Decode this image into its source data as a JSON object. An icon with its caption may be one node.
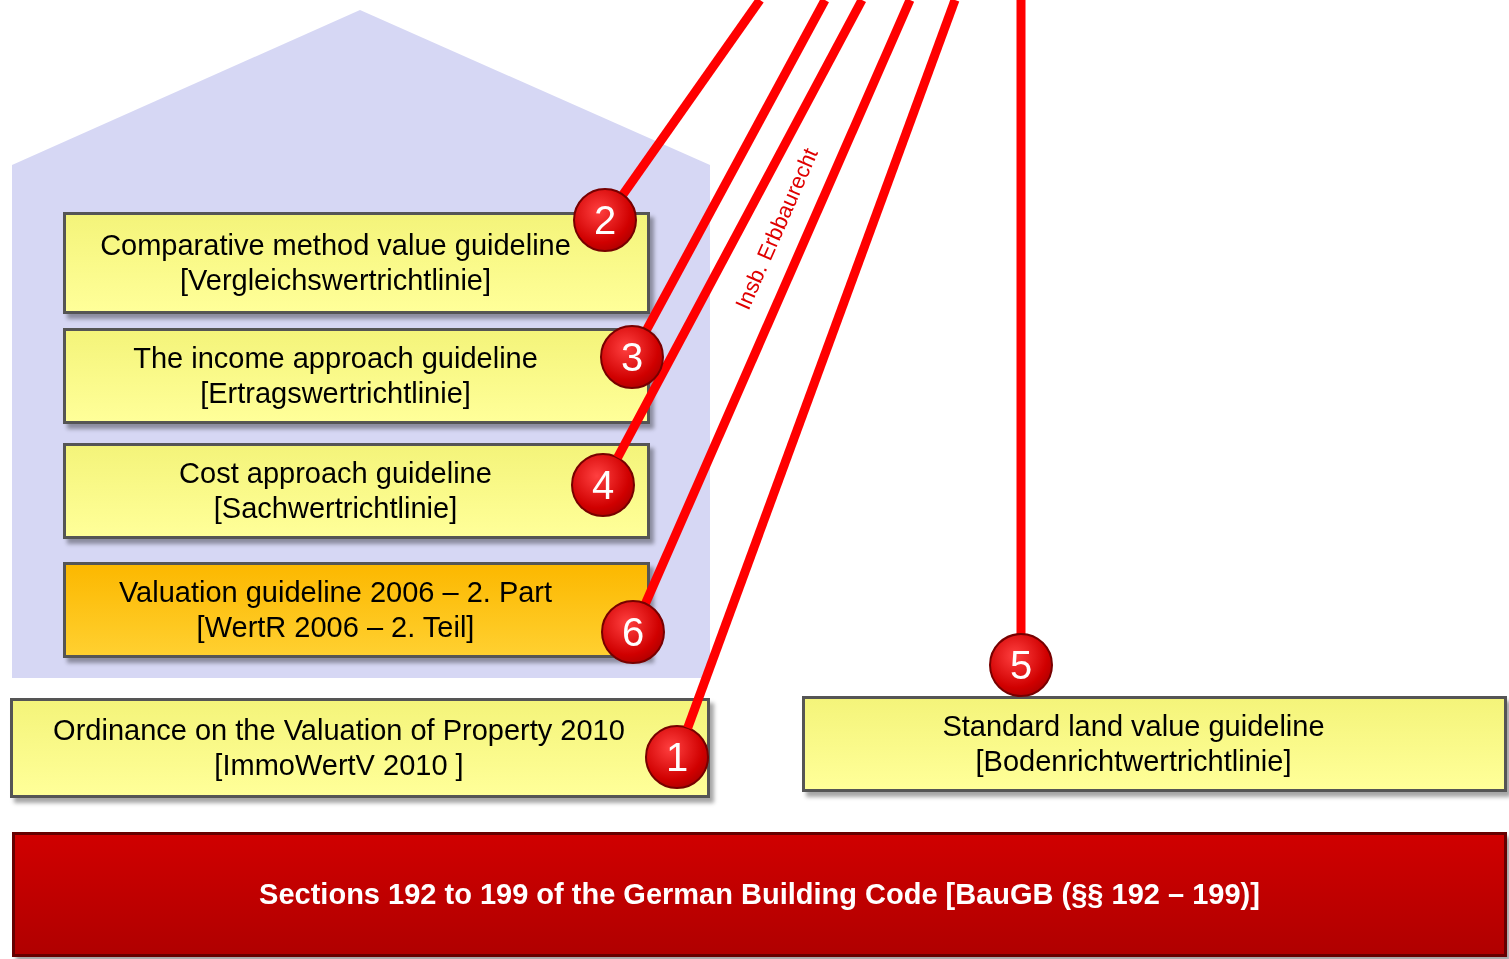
{
  "diagram": {
    "nodes": [
      {
        "text": [],
        "shape": "house"
      },
      {
        "text": [
          "Comparative method value guideline [Vergleichswertrichtlinie]"
        ],
        "in": 0
      },
      {
        "text": [
          "2"
        ],
        "in": 0
      },
      {
        "text": [
          "The income approach guideline [Ertragswertrichtlinie]"
        ],
        "in": 0
      },
      {
        "text": [
          "3"
        ],
        "in": 0
      },
      {
        "text": [
          "Cost approach guideline [Sachwertrichtlinie]"
        ],
        "in": 0
      },
      {
        "text": [
          "4"
        ],
        "in": 5
      },
      {
        "text": [
          "Valuation guideline 2006  – 2. Part [WertR 2006 – 2. Teil]"
        ],
        "in": 0
      },
      {
        "text": [
          "6"
        ],
        "in": 0
      },
      {
        "text": [
          "Ordinance on the Valuation of Property 2010 [ImmoWertV 2010 ]"
        ]
      },
      {
        "text": [
          "1"
        ],
        "in": 9
      },
      {
        "text": [
          "5"
        ]
      },
      {
        "text": [
          "Standard land value guideline [Bodenrichtwertrichtlinie]"
        ]
      },
      {
        "text": [
          "Sections 192 to 199 of the German Building Code [BauGB (§§ 192 – 199)]"
        ]
      }
    ],
    "edges": [
      {
        "from": 2,
        "to": null,
        "arrow": "none"
      },
      {
        "from": 4,
        "to": null,
        "arrow": "none"
      },
      {
        "from": 6,
        "to": null,
        "arrow": "none"
      },
      {
        "from": 8,
        "to": null,
        "arrow": "none",
        "label": "Insb. Erbbaurecht"
      },
      {
        "from": 10,
        "to": null,
        "arrow": "none"
      },
      {
        "from": 11,
        "to": null,
        "arrow": "none"
      }
    ]
  }
}
